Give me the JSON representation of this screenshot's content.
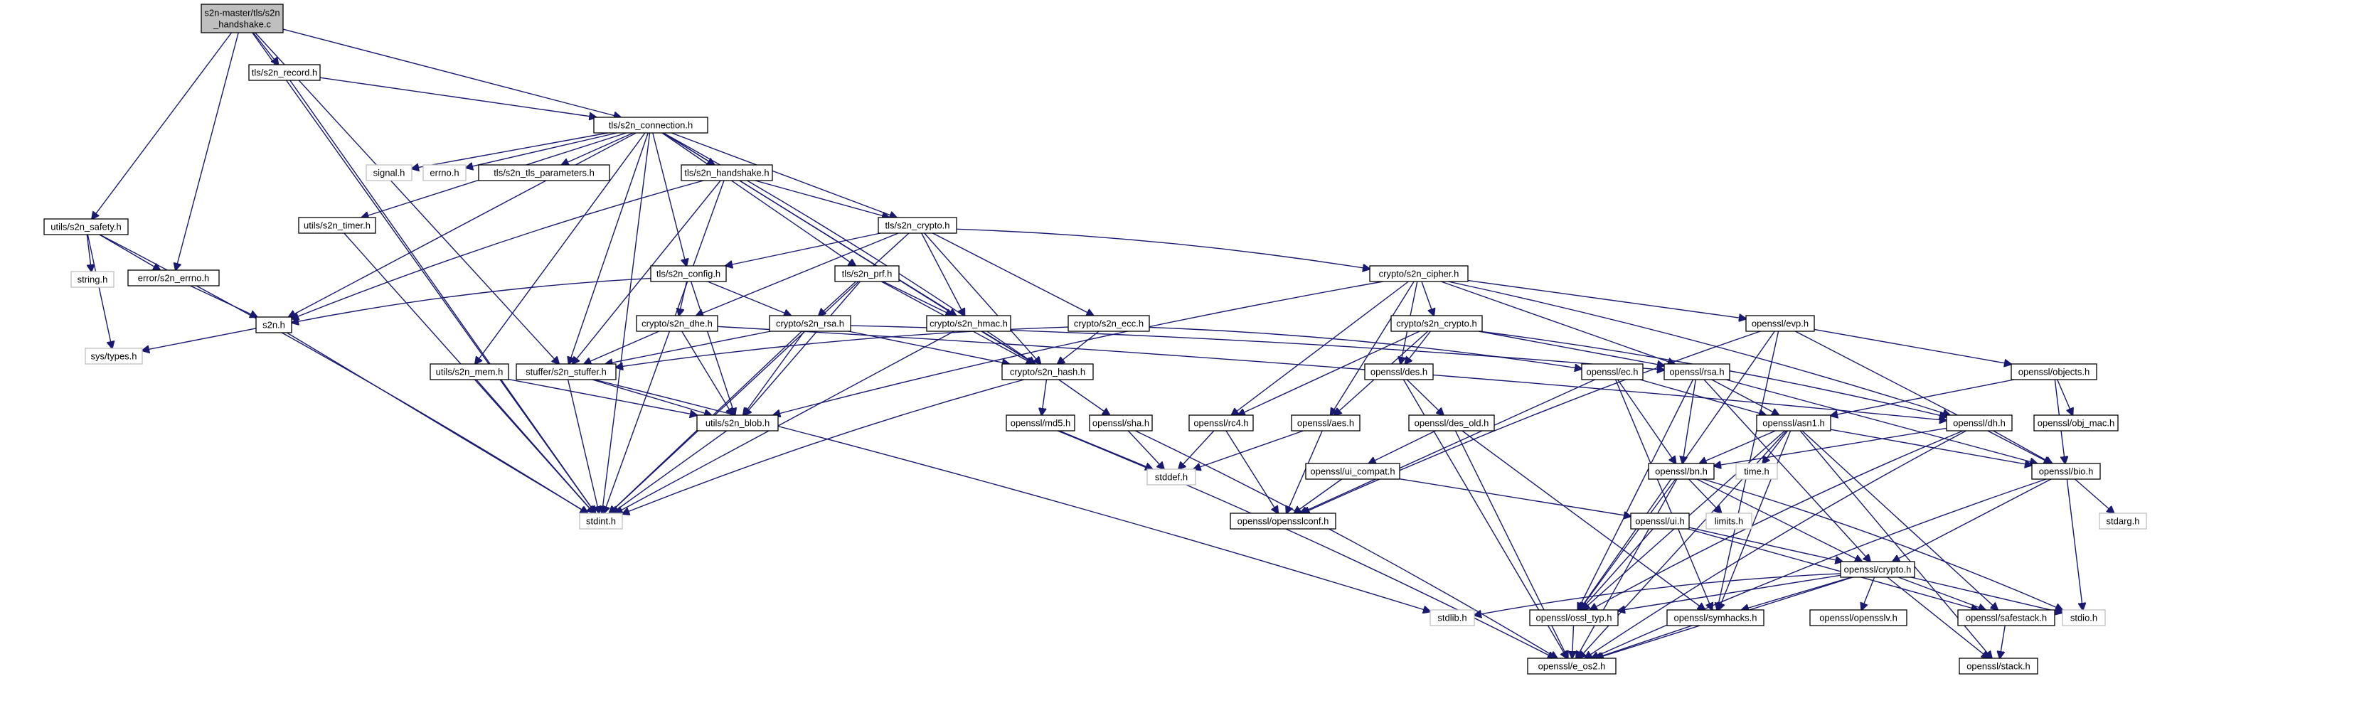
{
  "graph": {
    "title": "s2n-master/tls/s2n_handshake.c",
    "colors": {
      "edge": "#191970",
      "node_border": "#000000",
      "external_border": "#bfbfbf",
      "root_fill": "#bfbfbf"
    },
    "nodes": [
      {
        "id": "root",
        "lines": [
          "s2n-master/tls/s2n",
          "_handshake.c"
        ],
        "kind": "root"
      },
      {
        "id": "tls_record",
        "lines": [
          "tls/s2n_record.h"
        ],
        "kind": "local"
      },
      {
        "id": "tls_connection",
        "lines": [
          "tls/s2n_connection.h"
        ],
        "kind": "local"
      },
      {
        "id": "utils_safety",
        "lines": [
          "utils/s2n_safety.h"
        ],
        "kind": "local"
      },
      {
        "id": "error_errno",
        "lines": [
          "error/s2n_errno.h"
        ],
        "kind": "local"
      },
      {
        "id": "string_h",
        "lines": [
          "string.h"
        ],
        "kind": "ext"
      },
      {
        "id": "sys_types",
        "lines": [
          "sys/types.h"
        ],
        "kind": "ext"
      },
      {
        "id": "s2n_h",
        "lines": [
          "s2n.h"
        ],
        "kind": "local"
      },
      {
        "id": "signal_h",
        "lines": [
          "signal.h"
        ],
        "kind": "ext"
      },
      {
        "id": "errno_h",
        "lines": [
          "errno.h"
        ],
        "kind": "ext"
      },
      {
        "id": "tls_params",
        "lines": [
          "tls/s2n_tls_parameters.h"
        ],
        "kind": "local"
      },
      {
        "id": "tls_handshake",
        "lines": [
          "tls/s2n_handshake.h"
        ],
        "kind": "local"
      },
      {
        "id": "utils_timer",
        "lines": [
          "utils/s2n_timer.h"
        ],
        "kind": "local"
      },
      {
        "id": "tls_crypto",
        "lines": [
          "tls/s2n_crypto.h"
        ],
        "kind": "local"
      },
      {
        "id": "tls_config",
        "lines": [
          "tls/s2n_config.h"
        ],
        "kind": "local"
      },
      {
        "id": "tls_prf",
        "lines": [
          "tls/s2n_prf.h"
        ],
        "kind": "local"
      },
      {
        "id": "crypto_dhe",
        "lines": [
          "crypto/s2n_dhe.h"
        ],
        "kind": "local"
      },
      {
        "id": "crypto_rsa",
        "lines": [
          "crypto/s2n_rsa.h"
        ],
        "kind": "local"
      },
      {
        "id": "crypto_hmac",
        "lines": [
          "crypto/s2n_hmac.h"
        ],
        "kind": "local"
      },
      {
        "id": "crypto_ecc",
        "lines": [
          "crypto/s2n_ecc.h"
        ],
        "kind": "local"
      },
      {
        "id": "crypto_cipher",
        "lines": [
          "crypto/s2n_cipher.h"
        ],
        "kind": "local"
      },
      {
        "id": "crypto_s2n_crypto",
        "lines": [
          "crypto/s2n_crypto.h"
        ],
        "kind": "local"
      },
      {
        "id": "openssl_evp",
        "lines": [
          "openssl/evp.h"
        ],
        "kind": "local"
      },
      {
        "id": "openssl_objects",
        "lines": [
          "openssl/objects.h"
        ],
        "kind": "local"
      },
      {
        "id": "openssl_obj_mac",
        "lines": [
          "openssl/obj_mac.h"
        ],
        "kind": "local"
      },
      {
        "id": "utils_mem",
        "lines": [
          "utils/s2n_mem.h"
        ],
        "kind": "local"
      },
      {
        "id": "stuffer",
        "lines": [
          "stuffer/s2n_stuffer.h"
        ],
        "kind": "local"
      },
      {
        "id": "utils_blob",
        "lines": [
          "utils/s2n_blob.h"
        ],
        "kind": "local"
      },
      {
        "id": "crypto_hash",
        "lines": [
          "crypto/s2n_hash.h"
        ],
        "kind": "local"
      },
      {
        "id": "openssl_md5",
        "lines": [
          "openssl/md5.h"
        ],
        "kind": "local"
      },
      {
        "id": "openssl_sha",
        "lines": [
          "openssl/sha.h"
        ],
        "kind": "local"
      },
      {
        "id": "openssl_rc4",
        "lines": [
          "openssl/rc4.h"
        ],
        "kind": "local"
      },
      {
        "id": "openssl_des",
        "lines": [
          "openssl/des.h"
        ],
        "kind": "local"
      },
      {
        "id": "openssl_des_old",
        "lines": [
          "openssl/des_old.h"
        ],
        "kind": "local"
      },
      {
        "id": "openssl_aes",
        "lines": [
          "openssl/aes.h"
        ],
        "kind": "local"
      },
      {
        "id": "openssl_ec",
        "lines": [
          "openssl/ec.h"
        ],
        "kind": "local"
      },
      {
        "id": "openssl_rsa",
        "lines": [
          "openssl/rsa.h"
        ],
        "kind": "local"
      },
      {
        "id": "openssl_dh",
        "lines": [
          "openssl/dh.h"
        ],
        "kind": "local"
      },
      {
        "id": "openssl_asn1",
        "lines": [
          "openssl/asn1.h"
        ],
        "kind": "local"
      },
      {
        "id": "openssl_bn",
        "lines": [
          "openssl/bn.h"
        ],
        "kind": "local"
      },
      {
        "id": "openssl_bio",
        "lines": [
          "openssl/bio.h"
        ],
        "kind": "local"
      },
      {
        "id": "time_h",
        "lines": [
          "time.h"
        ],
        "kind": "ext"
      },
      {
        "id": "limits_h",
        "lines": [
          "limits.h"
        ],
        "kind": "ext"
      },
      {
        "id": "stdarg_h",
        "lines": [
          "stdarg.h"
        ],
        "kind": "ext"
      },
      {
        "id": "openssl_ui_compat",
        "lines": [
          "openssl/ui_compat.h"
        ],
        "kind": "local"
      },
      {
        "id": "openssl_ui",
        "lines": [
          "openssl/ui.h"
        ],
        "kind": "local"
      },
      {
        "id": "openssl_opensslconf",
        "lines": [
          "openssl/opensslconf.h"
        ],
        "kind": "local"
      },
      {
        "id": "openssl_crypto",
        "lines": [
          "openssl/crypto.h"
        ],
        "kind": "local"
      },
      {
        "id": "stddef_h",
        "lines": [
          "stddef.h"
        ],
        "kind": "ext"
      },
      {
        "id": "stdint_h",
        "lines": [
          "stdint.h"
        ],
        "kind": "ext"
      },
      {
        "id": "stdlib_h",
        "lines": [
          "stdlib.h"
        ],
        "kind": "ext"
      },
      {
        "id": "openssl_ossl_typ",
        "lines": [
          "openssl/ossl_typ.h"
        ],
        "kind": "local"
      },
      {
        "id": "openssl_symhacks",
        "lines": [
          "openssl/symhacks.h"
        ],
        "kind": "local"
      },
      {
        "id": "openssl_opensslv",
        "lines": [
          "openssl/opensslv.h"
        ],
        "kind": "local"
      },
      {
        "id": "openssl_safestack",
        "lines": [
          "openssl/safestack.h"
        ],
        "kind": "local"
      },
      {
        "id": "stdio_h",
        "lines": [
          "stdio.h"
        ],
        "kind": "ext"
      },
      {
        "id": "openssl_e_os2",
        "lines": [
          "openssl/e_os2.h"
        ],
        "kind": "local"
      },
      {
        "id": "openssl_stack",
        "lines": [
          "openssl/stack.h"
        ],
        "kind": "local"
      }
    ],
    "edges": [
      [
        "root",
        "tls_record"
      ],
      [
        "root",
        "tls_connection"
      ],
      [
        "root",
        "utils_safety"
      ],
      [
        "root",
        "error_errno"
      ],
      [
        "root",
        "stuffer"
      ],
      [
        "root",
        "stdint_h"
      ],
      [
        "tls_record",
        "tls_connection"
      ],
      [
        "tls_record",
        "stdint_h"
      ],
      [
        "tls_connection",
        "signal_h"
      ],
      [
        "tls_connection",
        "errno_h"
      ],
      [
        "tls_connection",
        "tls_params"
      ],
      [
        "tls_connection",
        "tls_handshake"
      ],
      [
        "tls_connection",
        "utils_timer"
      ],
      [
        "tls_connection",
        "tls_crypto"
      ],
      [
        "tls_connection",
        "tls_config"
      ],
      [
        "tls_connection",
        "tls_prf"
      ],
      [
        "tls_connection",
        "crypto_hmac"
      ],
      [
        "tls_connection",
        "crypto_hash"
      ],
      [
        "tls_connection",
        "s2n_h"
      ],
      [
        "tls_connection",
        "utils_mem"
      ],
      [
        "tls_connection",
        "stuffer"
      ],
      [
        "tls_connection",
        "stdint_h"
      ],
      [
        "utils_safety",
        "string_h"
      ],
      [
        "utils_safety",
        "sys_types"
      ],
      [
        "utils_safety",
        "error_errno"
      ],
      [
        "utils_safety",
        "stdint_h"
      ],
      [
        "error_errno",
        "s2n_h"
      ],
      [
        "s2n_h",
        "sys_types"
      ],
      [
        "s2n_h",
        "stdint_h"
      ],
      [
        "tls_handshake",
        "tls_crypto"
      ],
      [
        "tls_handshake",
        "s2n_h"
      ],
      [
        "tls_handshake",
        "stuffer"
      ],
      [
        "tls_handshake",
        "crypto_hash"
      ],
      [
        "tls_handshake",
        "stdint_h"
      ],
      [
        "utils_timer",
        "stdint_h"
      ],
      [
        "tls_crypto",
        "tls_config"
      ],
      [
        "tls_crypto",
        "crypto_cipher"
      ],
      [
        "tls_crypto",
        "crypto_rsa"
      ],
      [
        "tls_crypto",
        "crypto_dhe"
      ],
      [
        "tls_crypto",
        "crypto_ecc"
      ],
      [
        "tls_crypto",
        "crypto_hmac"
      ],
      [
        "tls_crypto",
        "crypto_hash"
      ],
      [
        "tls_config",
        "s2n_h"
      ],
      [
        "tls_config",
        "crypto_dhe"
      ],
      [
        "tls_config",
        "crypto_rsa"
      ],
      [
        "tls_config",
        "utils_blob"
      ],
      [
        "tls_prf",
        "crypto_hmac"
      ],
      [
        "tls_prf",
        "crypto_hash"
      ],
      [
        "tls_prf",
        "utils_blob"
      ],
      [
        "tls_prf",
        "stdint_h"
      ],
      [
        "crypto_dhe",
        "openssl_dh"
      ],
      [
        "crypto_dhe",
        "stuffer"
      ],
      [
        "crypto_dhe",
        "utils_blob"
      ],
      [
        "crypto_rsa",
        "openssl_rsa"
      ],
      [
        "crypto_rsa",
        "stuffer"
      ],
      [
        "crypto_rsa",
        "utils_blob"
      ],
      [
        "crypto_rsa",
        "crypto_hash"
      ],
      [
        "crypto_rsa",
        "stdint_h"
      ],
      [
        "crypto_hmac",
        "crypto_hash"
      ],
      [
        "crypto_hmac",
        "stdint_h"
      ],
      [
        "crypto_ecc",
        "openssl_ec"
      ],
      [
        "crypto_ecc",
        "stuffer"
      ],
      [
        "crypto_ecc",
        "crypto_hash"
      ],
      [
        "crypto_cipher",
        "crypto_s2n_crypto"
      ],
      [
        "crypto_cipher",
        "openssl_evp"
      ],
      [
        "crypto_cipher",
        "openssl_rc4"
      ],
      [
        "crypto_cipher",
        "openssl_des"
      ],
      [
        "crypto_cipher",
        "openssl_aes"
      ],
      [
        "crypto_cipher",
        "openssl_rsa"
      ],
      [
        "crypto_cipher",
        "openssl_dh"
      ],
      [
        "crypto_cipher",
        "utils_blob"
      ],
      [
        "crypto_s2n_crypto",
        "openssl_rsa"
      ],
      [
        "crypto_s2n_crypto",
        "openssl_dh"
      ],
      [
        "crypto_s2n_crypto",
        "openssl_des"
      ],
      [
        "crypto_s2n_crypto",
        "openssl_aes"
      ],
      [
        "crypto_s2n_crypto",
        "openssl_rc4"
      ],
      [
        "openssl_evp",
        "openssl_objects"
      ],
      [
        "openssl_evp",
        "openssl_opensslconf"
      ],
      [
        "openssl_evp",
        "openssl_ossl_typ"
      ],
      [
        "openssl_evp",
        "openssl_symhacks"
      ],
      [
        "openssl_evp",
        "openssl_bio"
      ],
      [
        "openssl_objects",
        "openssl_obj_mac"
      ],
      [
        "openssl_objects",
        "openssl_bio"
      ],
      [
        "openssl_objects",
        "openssl_asn1"
      ],
      [
        "utils_mem",
        "utils_blob"
      ],
      [
        "utils_mem",
        "stdint_h"
      ],
      [
        "stuffer",
        "utils_blob"
      ],
      [
        "stuffer",
        "stdint_h"
      ],
      [
        "stuffer",
        "stdlib_h"
      ],
      [
        "utils_blob",
        "stdint_h"
      ],
      [
        "crypto_hash",
        "openssl_md5"
      ],
      [
        "crypto_hash",
        "openssl_sha"
      ],
      [
        "crypto_hash",
        "stdint_h"
      ],
      [
        "openssl_md5",
        "stddef_h"
      ],
      [
        "openssl_md5",
        "openssl_e_os2"
      ],
      [
        "openssl_sha",
        "stddef_h"
      ],
      [
        "openssl_sha",
        "openssl_e_os2"
      ],
      [
        "openssl_rc4",
        "stddef_h"
      ],
      [
        "openssl_rc4",
        "openssl_opensslconf"
      ],
      [
        "openssl_des",
        "openssl_des_old"
      ],
      [
        "openssl_des",
        "openssl_e_os2"
      ],
      [
        "openssl_des_old",
        "openssl_ui_compat"
      ],
      [
        "openssl_des_old",
        "openssl_e_os2"
      ],
      [
        "openssl_des_old",
        "openssl_symhacks"
      ],
      [
        "openssl_aes",
        "stddef_h"
      ],
      [
        "openssl_aes",
        "openssl_opensslconf"
      ],
      [
        "openssl_ec",
        "openssl_asn1"
      ],
      [
        "openssl_ec",
        "openssl_bn"
      ],
      [
        "openssl_ec",
        "openssl_symhacks"
      ],
      [
        "openssl_ec",
        "openssl_opensslconf"
      ],
      [
        "openssl_rsa",
        "openssl_asn1"
      ],
      [
        "openssl_rsa",
        "openssl_bn"
      ],
      [
        "openssl_rsa",
        "openssl_bio"
      ],
      [
        "openssl_rsa",
        "openssl_crypto"
      ],
      [
        "openssl_rsa",
        "openssl_ossl_typ"
      ],
      [
        "openssl_dh",
        "openssl_bio"
      ],
      [
        "openssl_dh",
        "openssl_bn"
      ],
      [
        "openssl_dh",
        "openssl_ossl_typ"
      ],
      [
        "openssl_dh",
        "openssl_e_os2"
      ],
      [
        "openssl_asn1",
        "time_h"
      ],
      [
        "openssl_asn1",
        "openssl_bn"
      ],
      [
        "openssl_asn1",
        "openssl_bio"
      ],
      [
        "openssl_asn1",
        "openssl_e_os2"
      ],
      [
        "openssl_asn1",
        "openssl_safestack"
      ],
      [
        "openssl_asn1",
        "openssl_symhacks"
      ],
      [
        "openssl_asn1",
        "openssl_ossl_typ"
      ],
      [
        "openssl_asn1",
        "openssl_stack"
      ],
      [
        "openssl_bn",
        "limits_h"
      ],
      [
        "openssl_bn",
        "openssl_crypto"
      ],
      [
        "openssl_bn",
        "stdio_h"
      ],
      [
        "openssl_bn",
        "openssl_ossl_typ"
      ],
      [
        "openssl_bn",
        "openssl_e_os2"
      ],
      [
        "openssl_bio",
        "stdarg_h"
      ],
      [
        "openssl_bio",
        "stdio_h"
      ],
      [
        "openssl_bio",
        "openssl_crypto"
      ],
      [
        "openssl_bio",
        "openssl_e_os2"
      ],
      [
        "openssl_ui_compat",
        "openssl_ui"
      ],
      [
        "openssl_ui_compat",
        "openssl_opensslconf"
      ],
      [
        "openssl_ui",
        "openssl_crypto"
      ],
      [
        "openssl_ui",
        "openssl_safestack"
      ],
      [
        "openssl_ui",
        "openssl_ossl_typ"
      ],
      [
        "openssl_crypto",
        "stdlib_h"
      ],
      [
        "openssl_crypto",
        "openssl_ossl_typ"
      ],
      [
        "openssl_crypto",
        "openssl_symhacks"
      ],
      [
        "openssl_crypto",
        "openssl_opensslv"
      ],
      [
        "openssl_crypto",
        "openssl_safestack"
      ],
      [
        "openssl_crypto",
        "stdio_h"
      ],
      [
        "openssl_crypto",
        "openssl_stack"
      ],
      [
        "openssl_crypto",
        "openssl_e_os2"
      ],
      [
        "openssl_ossl_typ",
        "openssl_e_os2"
      ],
      [
        "openssl_symhacks",
        "openssl_e_os2"
      ],
      [
        "openssl_safestack",
        "openssl_stack"
      ]
    ]
  }
}
